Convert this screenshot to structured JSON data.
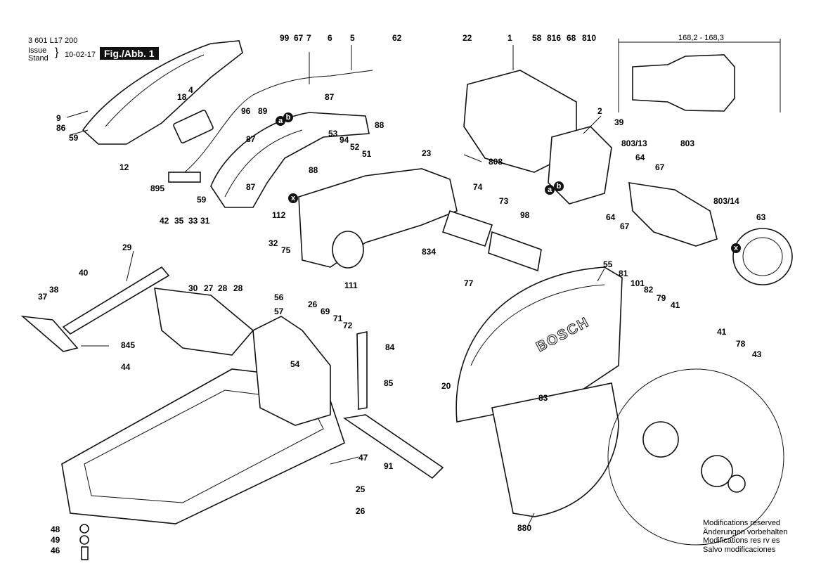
{
  "header": {
    "part_number": "3 601 L17 200",
    "issue_label": "Issue",
    "stand_label": "Stand",
    "date": "10-02-17",
    "figure_label": "Fig./Abb. 1"
  },
  "dimension": "168,2 - 168,3",
  "brand": "BOSCH",
  "callouts": [
    {
      "id": "c99",
      "text": "99"
    },
    {
      "id": "c67a",
      "text": "67"
    },
    {
      "id": "c7",
      "text": "7"
    },
    {
      "id": "c6",
      "text": "6"
    },
    {
      "id": "c5",
      "text": "5"
    },
    {
      "id": "c62",
      "text": "62"
    },
    {
      "id": "c22",
      "text": "22"
    },
    {
      "id": "c1",
      "text": "1"
    },
    {
      "id": "c58",
      "text": "58"
    },
    {
      "id": "c816",
      "text": "816"
    },
    {
      "id": "c68",
      "text": "68"
    },
    {
      "id": "c810",
      "text": "810"
    },
    {
      "id": "c4",
      "text": "4"
    },
    {
      "id": "c18",
      "text": "18"
    },
    {
      "id": "c87a",
      "text": "87"
    },
    {
      "id": "c96",
      "text": "96"
    },
    {
      "id": "c89",
      "text": "89"
    },
    {
      "id": "c9",
      "text": "9"
    },
    {
      "id": "c86",
      "text": "86"
    },
    {
      "id": "c59a",
      "text": "59"
    },
    {
      "id": "c12",
      "text": "12"
    },
    {
      "id": "c895",
      "text": "895"
    },
    {
      "id": "c87b",
      "text": "87"
    },
    {
      "id": "c53",
      "text": "53"
    },
    {
      "id": "c94",
      "text": "94"
    },
    {
      "id": "c52",
      "text": "52"
    },
    {
      "id": "c51",
      "text": "51"
    },
    {
      "id": "c88a",
      "text": "88"
    },
    {
      "id": "c88b",
      "text": "88"
    },
    {
      "id": "c87c",
      "text": "87"
    },
    {
      "id": "c59b",
      "text": "59"
    },
    {
      "id": "c23",
      "text": "23"
    },
    {
      "id": "c808",
      "text": "808"
    },
    {
      "id": "c2",
      "text": "2"
    },
    {
      "id": "c39",
      "text": "39"
    },
    {
      "id": "c803_13",
      "text": "803/13"
    },
    {
      "id": "c803",
      "text": "803"
    },
    {
      "id": "c64a",
      "text": "64"
    },
    {
      "id": "c67b",
      "text": "67"
    },
    {
      "id": "c64b",
      "text": "64"
    },
    {
      "id": "c67c",
      "text": "67"
    },
    {
      "id": "c803_14",
      "text": "803/14"
    },
    {
      "id": "c63",
      "text": "63"
    },
    {
      "id": "c74",
      "text": "74"
    },
    {
      "id": "c73",
      "text": "73"
    },
    {
      "id": "c98",
      "text": "98"
    },
    {
      "id": "c112",
      "text": "112"
    },
    {
      "id": "c42",
      "text": "42"
    },
    {
      "id": "c35",
      "text": "35"
    },
    {
      "id": "c33",
      "text": "33"
    },
    {
      "id": "c31",
      "text": "31"
    },
    {
      "id": "c32",
      "text": "32"
    },
    {
      "id": "c75",
      "text": "75"
    },
    {
      "id": "c29",
      "text": "29"
    },
    {
      "id": "c40",
      "text": "40"
    },
    {
      "id": "c834",
      "text": "834"
    },
    {
      "id": "c111",
      "text": "111"
    },
    {
      "id": "c77",
      "text": "77"
    },
    {
      "id": "c55",
      "text": "55"
    },
    {
      "id": "c81",
      "text": "81"
    },
    {
      "id": "c101",
      "text": "101"
    },
    {
      "id": "c82",
      "text": "82"
    },
    {
      "id": "c79",
      "text": "79"
    },
    {
      "id": "c41a",
      "text": "41"
    },
    {
      "id": "c37",
      "text": "37"
    },
    {
      "id": "c38",
      "text": "38"
    },
    {
      "id": "c30",
      "text": "30"
    },
    {
      "id": "c27",
      "text": "27"
    },
    {
      "id": "c28a",
      "text": "28"
    },
    {
      "id": "c28b",
      "text": "28"
    },
    {
      "id": "c56",
      "text": "56"
    },
    {
      "id": "c26a",
      "text": "26"
    },
    {
      "id": "c57",
      "text": "57"
    },
    {
      "id": "c69",
      "text": "69"
    },
    {
      "id": "c71",
      "text": "71"
    },
    {
      "id": "c72",
      "text": "72"
    },
    {
      "id": "c84",
      "text": "84"
    },
    {
      "id": "c845",
      "text": "845"
    },
    {
      "id": "c54",
      "text": "54"
    },
    {
      "id": "c44",
      "text": "44"
    },
    {
      "id": "c85",
      "text": "85"
    },
    {
      "id": "c20",
      "text": "20"
    },
    {
      "id": "c83",
      "text": "83"
    },
    {
      "id": "c41b",
      "text": "41"
    },
    {
      "id": "c78",
      "text": "78"
    },
    {
      "id": "c43",
      "text": "43"
    },
    {
      "id": "c47",
      "text": "47"
    },
    {
      "id": "c91",
      "text": "91"
    },
    {
      "id": "c25",
      "text": "25"
    },
    {
      "id": "c26b",
      "text": "26"
    },
    {
      "id": "c48",
      "text": "48"
    },
    {
      "id": "c49",
      "text": "49"
    },
    {
      "id": "c46",
      "text": "46"
    },
    {
      "id": "c880",
      "text": "880"
    }
  ],
  "markers": [
    {
      "id": "m_a1",
      "text": "a"
    },
    {
      "id": "m_b1",
      "text": "b"
    },
    {
      "id": "m_x1",
      "text": "x"
    },
    {
      "id": "m_b2",
      "text": "b"
    },
    {
      "id": "m_a2",
      "text": "a"
    },
    {
      "id": "m_x2",
      "text": "x"
    }
  ],
  "notes": [
    "Modifications reserved",
    "Änderungen vorbehalten",
    "Modifications res rv es",
    "Salvo modificaciones"
  ]
}
